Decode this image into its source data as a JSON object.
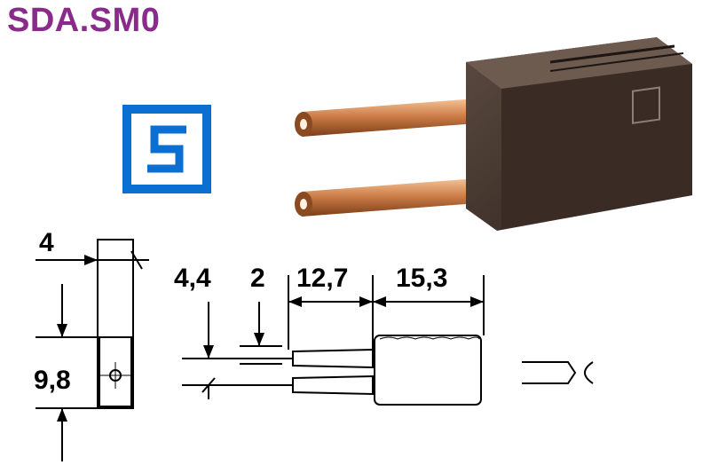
{
  "title": "SDA.SM0",
  "logo_icon": "s-logo-icon",
  "brand_color": "#0a6fd1",
  "title_color": "#8a2a8a",
  "dimensions": {
    "width": "4",
    "height": "9,8",
    "pitch": "4,4",
    "pin_diameter": "2",
    "pin_length": "12,7",
    "body_length": "15,3"
  }
}
